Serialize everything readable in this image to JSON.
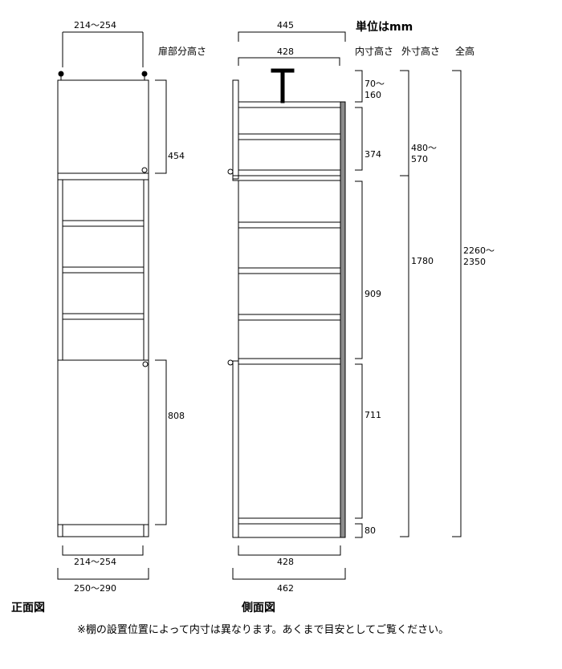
{
  "units_label": "単位はmm",
  "column_headers": {
    "door_height": "扉部分高さ",
    "inner_height": "内寸高さ",
    "outer_height": "外寸高さ",
    "total_height": "全高"
  },
  "front_view": {
    "label": "正面図",
    "dims": {
      "top_width": "214～254",
      "upper_door_height": "454",
      "lower_door_height": "808",
      "bottom_inner_width": "214～254",
      "bottom_outer_width": "250～290"
    }
  },
  "side_view": {
    "label": "側面図",
    "dims": {
      "outer_depth_top": "445",
      "inner_depth_top": "428",
      "inner_heights": [
        "70～\n160",
        "374",
        "909",
        "711",
        "80"
      ],
      "outer_heights": [
        "480～\n570",
        "1780"
      ],
      "total_height": "2260～\n2350",
      "inner_depth_bottom": "428",
      "outer_depth_bottom": "462"
    }
  },
  "footnote": "※棚の設置位置によって内寸は異なります。あくまで目安としてご覧ください。",
  "colors": {
    "line": "#000000",
    "side_panel": "#8c8c8c"
  }
}
